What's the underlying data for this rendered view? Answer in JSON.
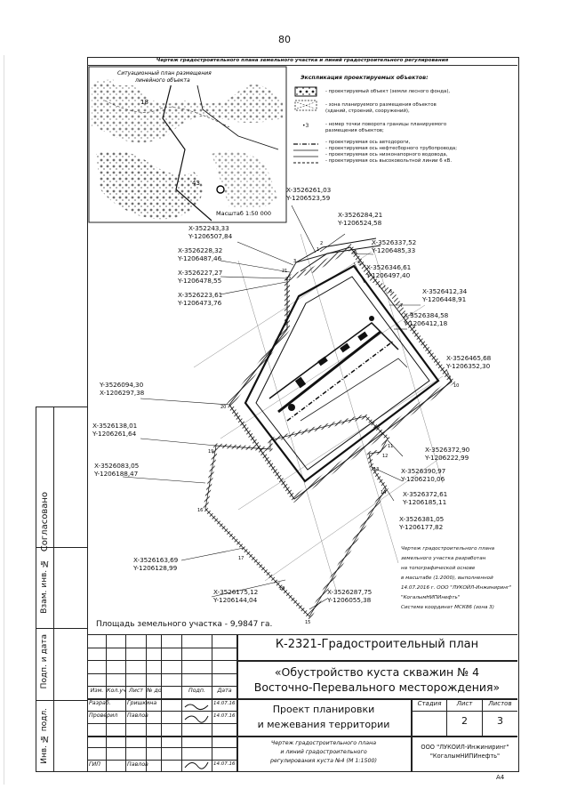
{
  "page_number": "80",
  "sheet_title": "Чертеж градостроительного плана земельного участка и линий градостроительного регулирования",
  "inset_map": {
    "title_line1": "Ситуационный план размещения",
    "title_line2": "линейного объекта",
    "scale": "Масштаб 1:50 000",
    "labels": [
      "18",
      "43"
    ]
  },
  "legend": {
    "title": "Экспликация проектируемых объектов:",
    "items": [
      {
        "symbol": "hatched-rect",
        "text1": "- проектируемый объект (земли лесного фонда),",
        "text2": ""
      },
      {
        "symbol": "dashed-rect",
        "text1": "- зона планируемого размещения объектов",
        "text2": "(зданий, строений, сооружений),"
      },
      {
        "symbol": "point",
        "label": "•3",
        "text1": "- номер точки поворота границы планируемого",
        "text2": "размещения объектов;"
      },
      {
        "symbol": "line-dash-dot",
        "text1": "- проектируемая ось автодороги,",
        "text2": ""
      },
      {
        "symbol": "line-thin",
        "text1": "- проектируемая ось нефтесборного трубопровода;",
        "text2": ""
      },
      {
        "symbol": "line-thin",
        "text1": "- проектируемая ось низконапорного водовода,",
        "text2": ""
      },
      {
        "symbol": "line-dash",
        "text1": "- проектируемая ось высоковольтной линии 6 кВ.",
        "text2": ""
      }
    ]
  },
  "coords": [
    {
      "x": "X-3526261,03",
      "y": "Y-1206523,59"
    },
    {
      "x": "X-3526284,21",
      "y": "Y-1206524,58"
    },
    {
      "x": "X-352243,33",
      "y": "Y-1206507,84"
    },
    {
      "x": "X-3526337,52",
      "y": "Y-1206485,33"
    },
    {
      "x": "X-3526228,32",
      "y": "Y-1206487,46"
    },
    {
      "x": "X-3526346,61",
      "y": "Y-1206497,40"
    },
    {
      "x": "X-3526227,27",
      "y": "Y-1206478,55"
    },
    {
      "x": "X-3526223,61",
      "y": "Y-1206473,76"
    },
    {
      "x": "X-3526412,34",
      "y": "Y-1206448,91"
    },
    {
      "x": "X-3526384,58",
      "y": "Y-1206412,18"
    },
    {
      "x": "X-3526465,68",
      "y": "Y-1206352,30"
    },
    {
      "x": "Y-3526094,30",
      "y": "X-1206297,38"
    },
    {
      "x": "X-3526138,01",
      "y": "Y-1206261,64"
    },
    {
      "x": "X-3526372,90",
      "y": "Y-1206222,99"
    },
    {
      "x": "X-3526083,05",
      "y": "Y-1206188,47"
    },
    {
      "x": "X-3526390,97",
      "y": "Y-1206210,06"
    },
    {
      "x": "X-3526372,61",
      "y": "Y-1206185,11"
    },
    {
      "x": "X-3526381,05",
      "y": "Y-1206177,82"
    },
    {
      "x": "X-3526163,69",
      "y": "Y-1206128,99"
    },
    {
      "x": "X-3526175,12",
      "y": "Y-1206144,04"
    },
    {
      "x": "X-3526287,75",
      "y": "Y-1206055,38"
    }
  ],
  "point_numbers": [
    "1",
    "2",
    "3",
    "4",
    "5",
    "6",
    "7",
    "8",
    "9",
    "10",
    "11",
    "12",
    "13",
    "14",
    "15",
    "16",
    "17",
    "18",
    "19",
    "20",
    "21",
    "22"
  ],
  "area_text": "Площадь земельного участка - 9,9847 га.",
  "note_lines": [
    "Чертеж градостроительного плана",
    "земельного участка разработан",
    "на топографической основе",
    "в масштабе (1:2000), выполненной",
    "14.07.2016 г. ООО \"ЛУКОЙЛ-Инжиниринг\"",
    "\"КогалымНИПИнефть\"",
    "Система координат МСК86 (зона 3)"
  ],
  "side_stamp": {
    "agreed": "Согласовано",
    "inv_replace": "Взам. инв. №",
    "sign_date": "Подп. и дата",
    "inv_orig": "Инв. № подл."
  },
  "title_block": {
    "code": "К-2321-Градостроительный план",
    "project_line1": "«Обустройство куста скважин № 4",
    "project_line2": "Восточно-Перевального месторождения»",
    "col_headers": [
      "Изм.",
      "Кол.уч",
      "Лист",
      "№ док.",
      "Подп.",
      "Дата"
    ],
    "staff": [
      {
        "role": "Разраб.",
        "name": "Гришкина",
        "date": "14.07.16"
      },
      {
        "role": "Проверил",
        "name": "Павлов",
        "date": "14.07.16"
      },
      {
        "role": "",
        "name": "",
        "date": ""
      },
      {
        "role": "",
        "name": "",
        "date": ""
      },
      {
        "role": "ГИП",
        "name": "Павлов",
        "date": "14.07.16"
      }
    ],
    "section_line1": "Проект планировки",
    "section_line2": "и межевания территории",
    "stage_header": "Стадия",
    "sheet_header": "Лист",
    "sheets_header": "Листов",
    "stage": "",
    "sheet": "2",
    "sheets": "3",
    "drawing_line1": "Чертеж градостроительного плана",
    "drawing_line2": "и линий градостроительного",
    "drawing_line3": "регулирования куста №4 (М 1:1500)",
    "org_line1": "ООО \"ЛУКОЙЛ-Инжиниринг\"",
    "org_line2": "\"КогалымНИПИнефть\""
  },
  "format": "А4"
}
